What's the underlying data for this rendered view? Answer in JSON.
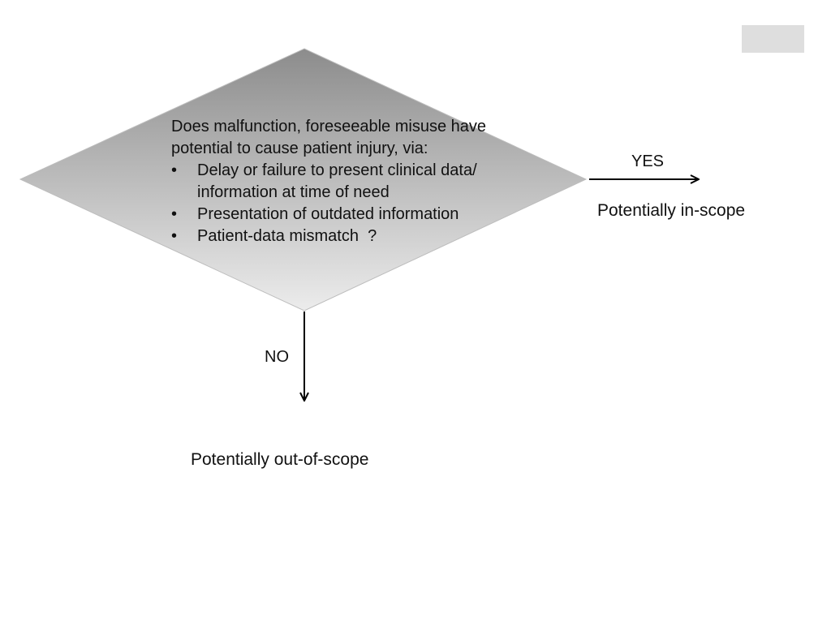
{
  "decision": {
    "intro_line_1": "Does malfunction, foreseeable misuse have",
    "intro_line_2": "potential to cause patient injury, via:",
    "bullets": [
      "Delay or failure to present clinical data/\ninformation at time of need",
      "Presentation of outdated information",
      "Patient-data mismatch  ?"
    ],
    "bullet_symbol": "•"
  },
  "branches": {
    "yes_label": "YES",
    "yes_outcome": "Potentially in-scope",
    "no_label": "NO",
    "no_outcome": "Potentially out-of-scope"
  },
  "colors": {
    "diamond_top": "#8c8c8c",
    "diamond_bottom": "#ececec",
    "arrow": "#000000",
    "corner_box": "#dedede"
  }
}
